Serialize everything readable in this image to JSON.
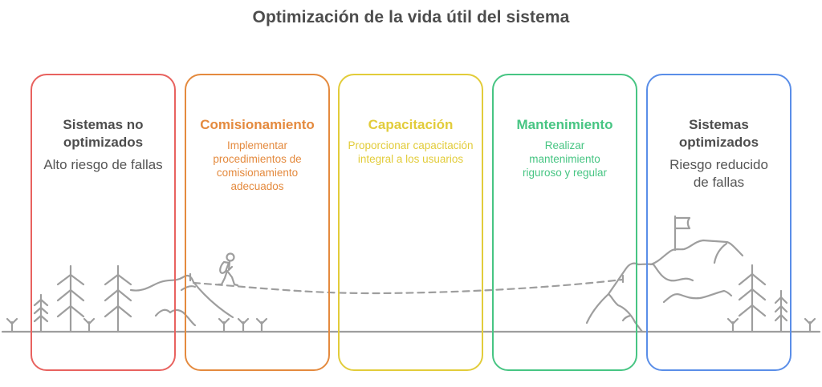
{
  "title": "Optimización de la vida útil del sistema",
  "colors": {
    "text_dark": "#4d4d4d",
    "line_gray": "#9e9e9e",
    "red": "#e8625f",
    "orange": "#e48a3e",
    "yellow": "#e2cc3a",
    "green": "#47c583",
    "blue": "#5a8ee8"
  },
  "stages": [
    {
      "title": "Sistemas no optimizados",
      "description": "Alto riesgo de fallas",
      "color": "#e8625f"
    },
    {
      "title": "Comisionamiento",
      "description": "Implementar procedimientos de comisionamiento adecuados",
      "color": "#e48a3e"
    },
    {
      "title": "Capacitación",
      "description": "Proporcionar capacitación integral a los usuarios",
      "color": "#e2cc3a"
    },
    {
      "title": "Mantenimiento",
      "description": "Realizar mantenimiento riguroso y regular",
      "color": "#47c583"
    },
    {
      "title": "Sistemas optimizados",
      "description": "Riesgo reducido de fallas",
      "color": "#5a8ee8"
    }
  ],
  "illustration": {
    "icons": [
      "pine-tree-icon",
      "hiker-icon",
      "mountain-icon",
      "summit-flag-icon",
      "grass-sprout-icon",
      "dashed-path"
    ]
  }
}
